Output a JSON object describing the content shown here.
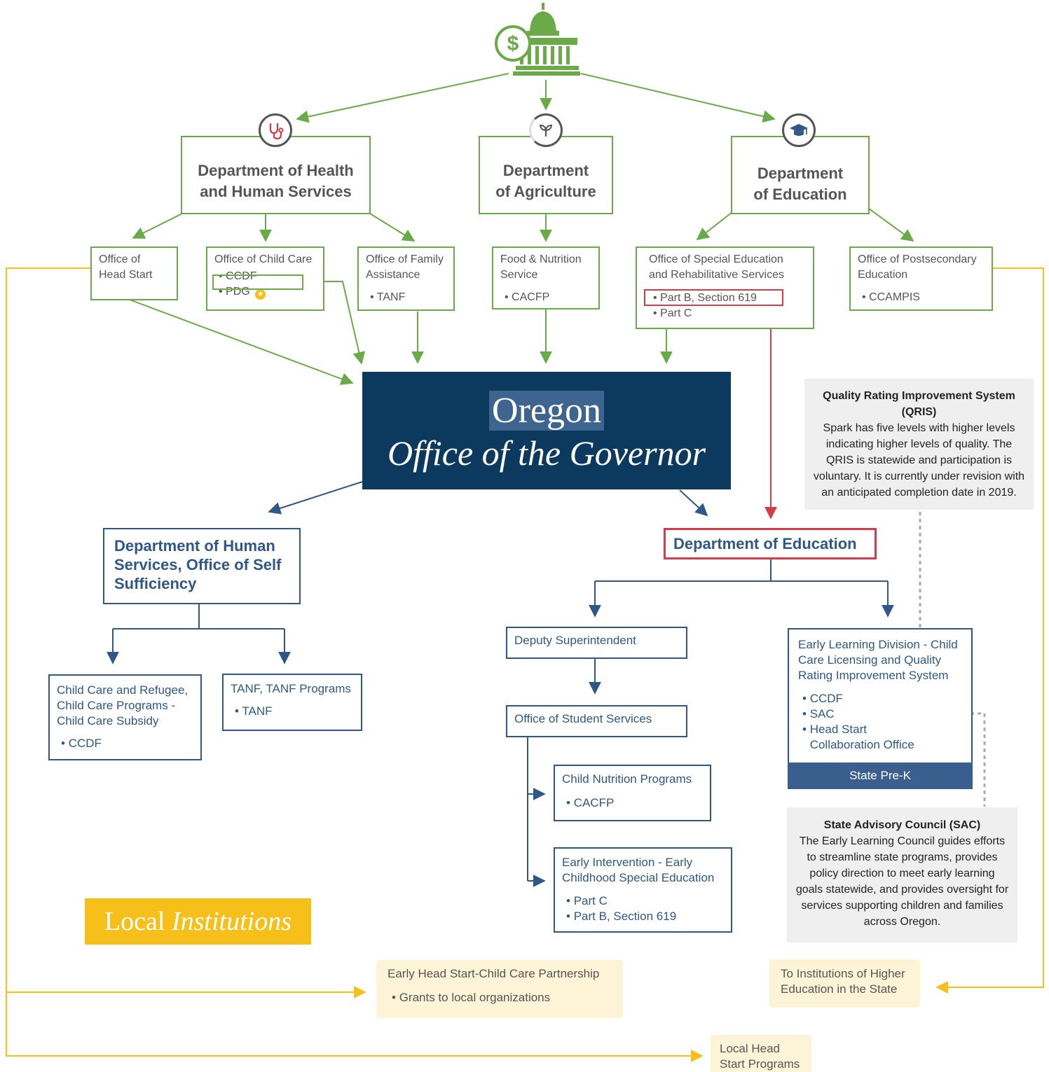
{
  "federal": {
    "hhs": {
      "title_line1": "Department of Health",
      "title_line2": "and Human Services",
      "icon": "stethoscope-icon",
      "offices": {
        "head_start": {
          "line1": "Office of",
          "line2": "Head Start"
        },
        "child_care": {
          "title": "Office of Child Care",
          "items": [
            "CCDF",
            "PDG"
          ]
        },
        "family_assistance": {
          "line1": "Office of Family",
          "line2": "Assistance",
          "items": [
            "TANF"
          ]
        }
      }
    },
    "agriculture": {
      "title_line1": "Department",
      "title_line2": "of Agriculture",
      "icon": "sprout-icon",
      "offices": {
        "fns": {
          "line1": "Food & Nutrition",
          "line2": "Service",
          "items": [
            "CACFP"
          ]
        }
      }
    },
    "education": {
      "title_line1": "Department",
      "title_line2": "of Education",
      "icon": "graduation-cap-icon",
      "offices": {
        "osers": {
          "line1": "Office of Special Education",
          "line2": "and Rehabilitative Services",
          "items": [
            "Part B, Section 619",
            "Part C"
          ]
        },
        "postsecondary": {
          "line1": "Office of Postsecondary",
          "line2": "Education",
          "items": [
            "CCAMPIS"
          ]
        }
      }
    }
  },
  "governor": {
    "line1": "Oregon",
    "line2": "Office of the Governor"
  },
  "state": {
    "dhs": {
      "title": "Department of Human Services, Office of Self Sufficiency",
      "children": {
        "child_care_refugee": {
          "title": "Child Care and Refugee, Child Care Programs - Child Care Subsidy",
          "items": [
            "CCDF"
          ]
        },
        "tanf": {
          "title": "TANF, TANF Programs",
          "items": [
            "TANF"
          ]
        }
      }
    },
    "ode": {
      "title": "Department of Education",
      "deputy": "Deputy Superintendent",
      "student_services": "Office of Student Services",
      "child_nutrition": {
        "title": "Child Nutrition Programs",
        "items": [
          "CACFP"
        ]
      },
      "early_intervention": {
        "title": "Early Intervention - Early Childhood Special Education",
        "items": [
          "Part C",
          "Part B, Section 619"
        ]
      },
      "eld": {
        "title": "Early Learning Division - Child Care Licensing and Quality Rating Improvement System",
        "items": [
          "CCDF",
          "SAC",
          "Head Start Collaboration Office"
        ],
        "footer": "State Pre-K"
      }
    }
  },
  "callouts": {
    "qris": {
      "title": "Quality Rating Improvement System (QRIS)",
      "body": "Spark has five levels with higher levels indicating higher levels of quality. The QRIS is statewide and participation is voluntary. It is currently under revision with an anticipated completion date in 2019."
    },
    "sac": {
      "title": "State Advisory Council (SAC)",
      "body": "The Early Learning Council guides efforts to streamline state programs, provides policy direction to meet early learning goals statewide, and provides oversight for services supporting children and families across Oregon."
    }
  },
  "local": {
    "label_plain": "Local",
    "label_italic": "Institutions",
    "ehs_ccp": {
      "title": "Early Head Start-Child Care Partnership",
      "items": [
        "Grants to local organizations"
      ]
    },
    "higher_ed": {
      "title": "To Institutions of Higher Education in the State"
    },
    "head_start": {
      "title": "Local Head Start Programs"
    }
  },
  "colors": {
    "federal_green": "#6aaa48",
    "state_blue": "#2f5787",
    "governor_navy": "#0b3a5e",
    "highlight_red": "#d63b4a",
    "local_gold": "#f6bf1a",
    "local_bg": "#fdf3d6",
    "callout_gray": "#efefef"
  }
}
